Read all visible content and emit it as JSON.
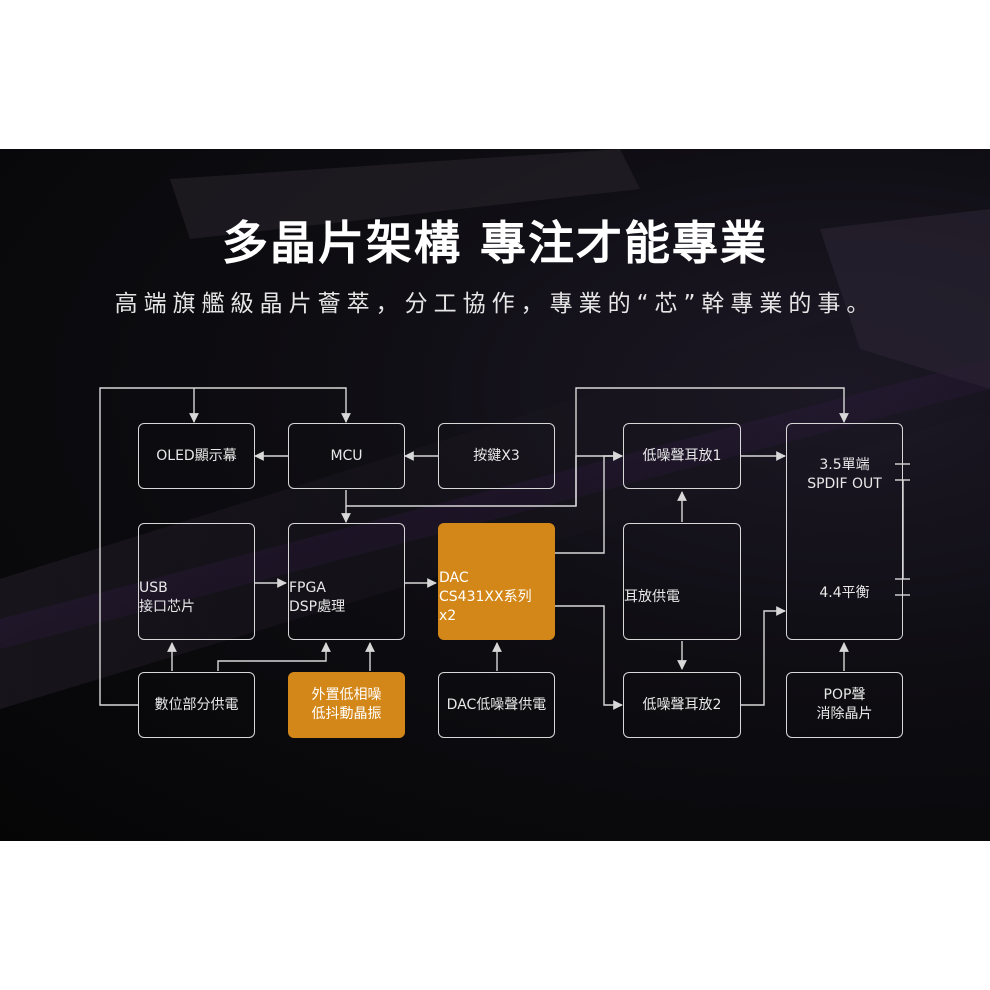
{
  "heading": {
    "title": "多晶片架構 專注才能專業",
    "subtitle": "高端旗艦級晶片薈萃，分工協作，專業的“芯”幹專業的事。"
  },
  "blocks": {
    "oled": [
      "OLED顯示幕"
    ],
    "mcu": [
      "MCU"
    ],
    "keys": [
      "按鍵X3"
    ],
    "amp1": [
      "低噪聲耳放1"
    ],
    "out_se": [
      "3.5單端",
      "SPDIF OUT"
    ],
    "usb": [
      "USB",
      "接口芯片"
    ],
    "fpga": [
      "FPGA",
      "DSP處理"
    ],
    "dac": [
      "DAC",
      "CS431XX系列",
      "x2"
    ],
    "amp_power": [
      "耳放供電"
    ],
    "out_bal": [
      "4.4平衡"
    ],
    "digital_power": [
      "數位部分供電"
    ],
    "oscillator": [
      "外置低相噪",
      "低抖動晶振"
    ],
    "dac_power": [
      "DAC低噪聲供電"
    ],
    "amp2": [
      "低噪聲耳放2"
    ],
    "pop": [
      "POP聲",
      "消除晶片"
    ]
  },
  "colors": {
    "highlight": "#d38718",
    "line": "#d8d8d8",
    "background": "#0a0a0c"
  }
}
